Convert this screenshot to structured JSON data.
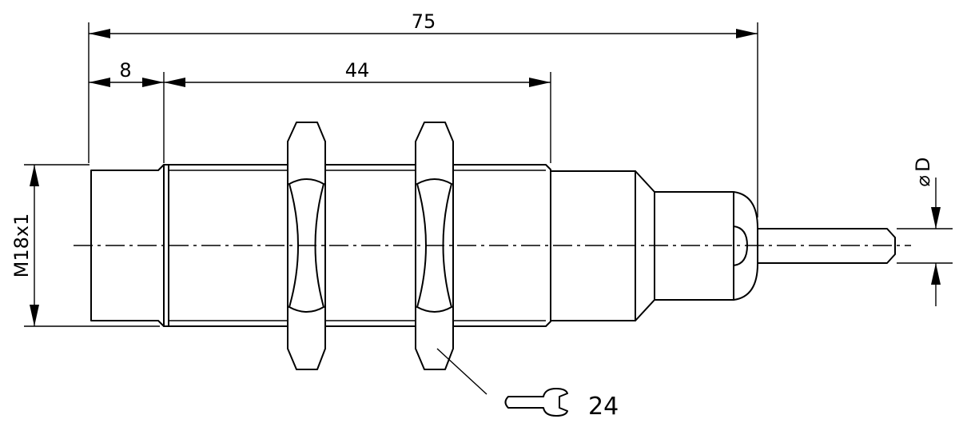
{
  "dimensions": {
    "overall_length": "75",
    "front_length": "8",
    "thread_length": "44",
    "thread_size": "M18x1",
    "cable_diameter": "D",
    "diameter_symbol": "⌀",
    "wrench_size": "24"
  },
  "icons": {
    "wrench": "open-end-wrench-icon"
  }
}
